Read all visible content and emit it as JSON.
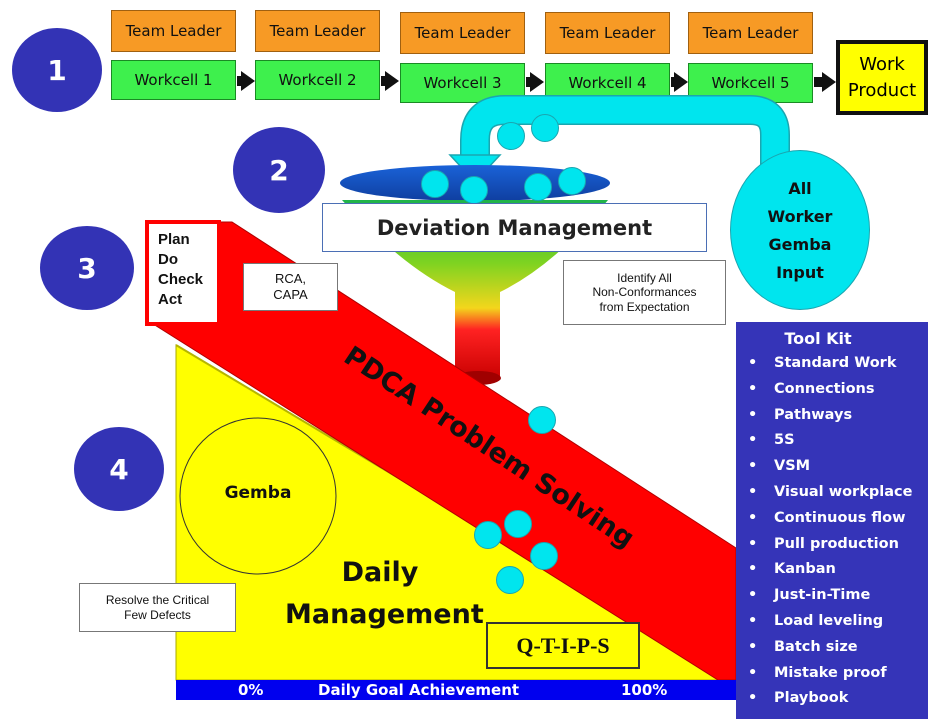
{
  "steps": [
    "1",
    "2",
    "3",
    "4"
  ],
  "team_leader_label": "Team Leader",
  "workcells": [
    "Workcell 1",
    "Workcell 2",
    "Workcell 3",
    "Workcell 4",
    "Workcell 5"
  ],
  "work_product": {
    "line1": "Work",
    "line2": "Product"
  },
  "all_worker": {
    "line1": "All",
    "line2": "Worker",
    "line3": "Gemba",
    "line4": "Input"
  },
  "deviation_management": "Deviation Management",
  "identify_note": {
    "line1": "Identify All",
    "line2": "Non-Conformances",
    "line3": "from Expectation"
  },
  "pdca_box": {
    "line1": "Plan",
    "line2": "Do",
    "line3": "Check",
    "line4": "Act"
  },
  "rca_box": {
    "line1": "RCA,",
    "line2": "CAPA"
  },
  "pdca_banner": "PDCA Problem Solving",
  "gemba": "Gemba",
  "daily_management": {
    "line1": "Daily",
    "line2": "Management"
  },
  "resolve_note": {
    "line1": "Resolve the Critical",
    "line2": "Few Defects"
  },
  "qtips": "Q-T-I-P-S",
  "goal_bar": {
    "start": "0%",
    "label": "Daily Goal Achievement",
    "end": "100%"
  },
  "toolkit": {
    "title": "Tool Kit",
    "items": [
      "Standard Work",
      "Connections",
      "Pathways",
      "5S",
      "VSM",
      "Visual workplace",
      "Continuous flow",
      "Pull production",
      "Kanban",
      "Just-in-Time",
      "Load leveling",
      "Batch size",
      "Mistake proof",
      "Playbook"
    ]
  },
  "colors": {
    "step_circle": "#3333b5",
    "team_leader": "#f79a25",
    "workcell": "#3ef04d",
    "work_product": "#ffff00",
    "input_circle": "#00e5ee",
    "pdca_banner": "#ff0000",
    "triangle": "#ffff00",
    "toolkit": "#3534b8",
    "goal_bar": "#0000ee"
  }
}
